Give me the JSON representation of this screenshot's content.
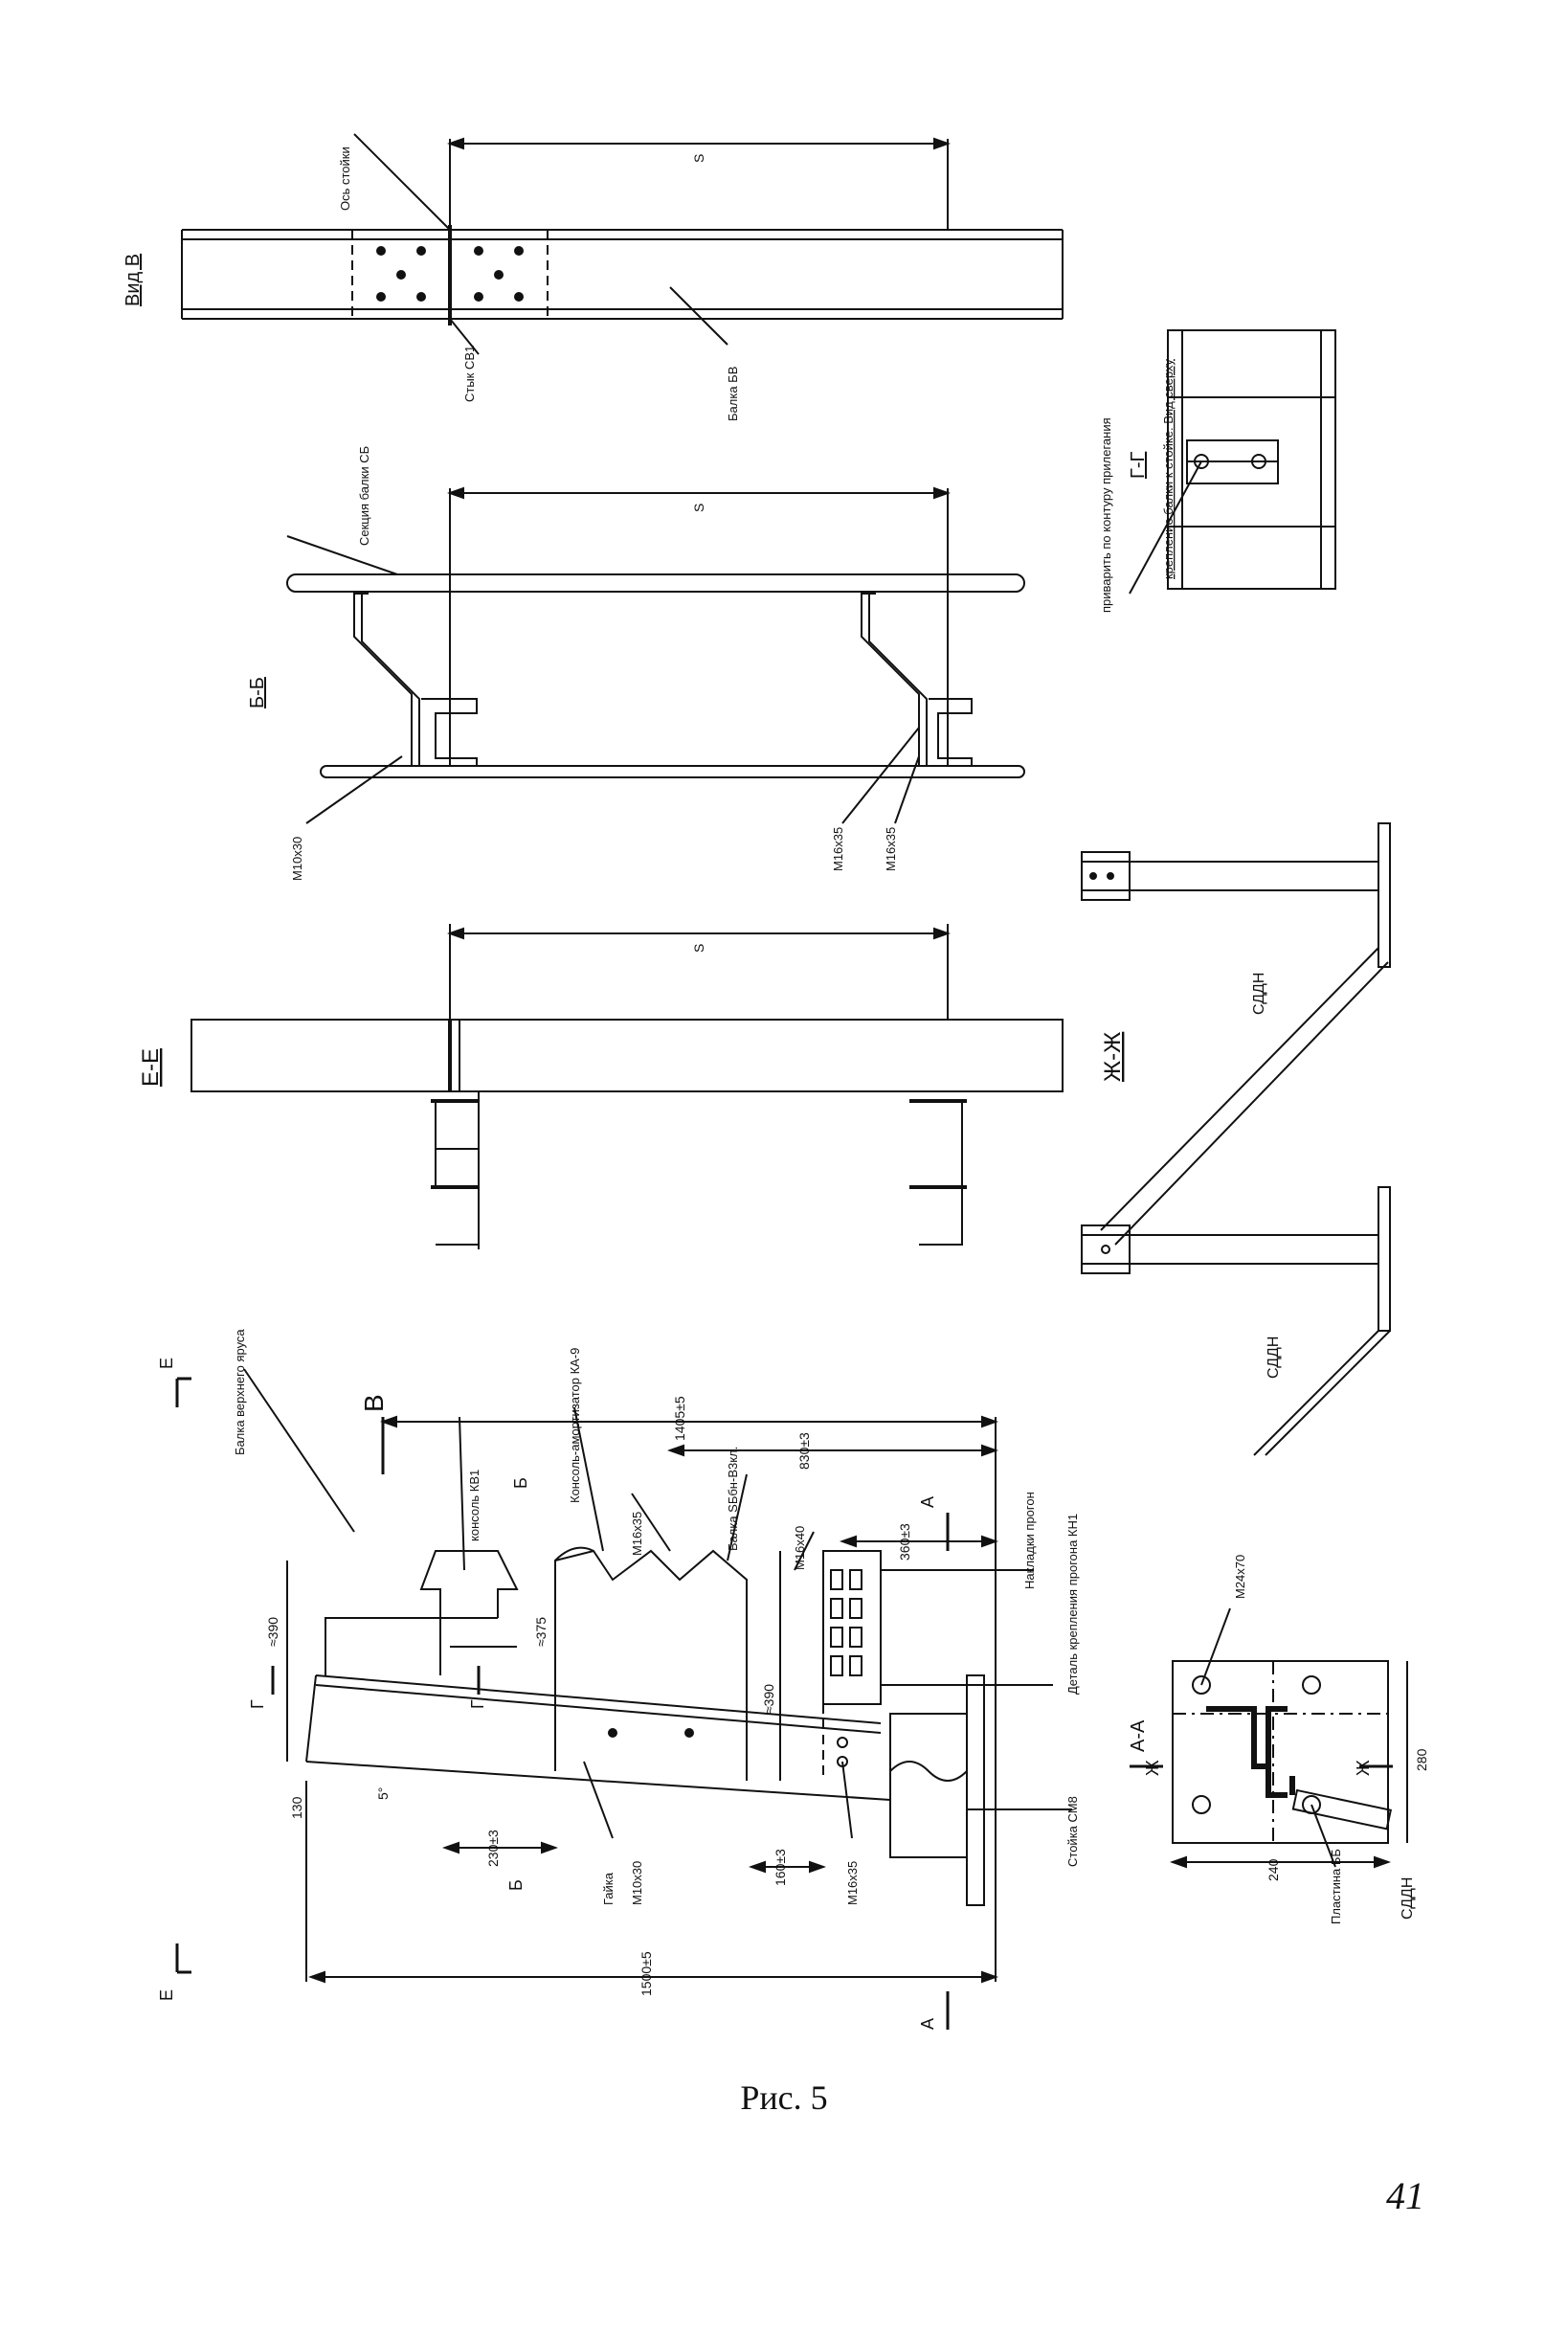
{
  "caption": "Рис. 5",
  "page_number": "41",
  "view_labels": {
    "vid_v": "Вид В",
    "b_b": "Б-Б",
    "e_e": "Е-Е",
    "zh_zh": "Ж-Ж",
    "g_g": "Г-Г",
    "a_a": "А-А"
  },
  "notes": {
    "axis_post": "Ось стойки",
    "joint": "Стык СВ1",
    "beam_bv": "Балка БВ",
    "beam_section": "Секция балки СБ",
    "weld_note": "приварить по контуру прилегания",
    "gg_caption": "крепление балки к стойке. Вид сверху",
    "upper_beam": "Балка верхнего яруса",
    "console": "консоль КВ1",
    "console_absorber": "Консоль-амортизатор КА-9",
    "bolt_m16x35": "М16х35",
    "beam_sbd": "Балка SБбн-B3кл.",
    "bolt_m16x40": "М16х40",
    "washer": "Накладки прогон",
    "fastening_detail": "Деталь крепления прогона КН1",
    "post_sm8": "Стойка СМ8",
    "bolt_m10x30": "М10х30",
    "nut": "Гайка",
    "bolt_m24x70": "М24х70",
    "plate": "Пластина ББ",
    "sddn": "СДДН"
  },
  "dimensions": {
    "s": "S",
    "d_1405": "1405±5",
    "d_830": "830±3",
    "d_360": "360±3",
    "d_390a": "≈390",
    "d_375": "≈375",
    "d_390b": "≈390",
    "d_130": "130",
    "d_5deg": "5°",
    "d_230": "230±3",
    "d_160": "160±3",
    "d_1500": "1500±5",
    "d_240": "240",
    "d_280": "280"
  },
  "section_letters": {
    "e": "Е",
    "v": "В",
    "b": "Б",
    "a": "А",
    "g": "Г",
    "zh": "Ж"
  }
}
